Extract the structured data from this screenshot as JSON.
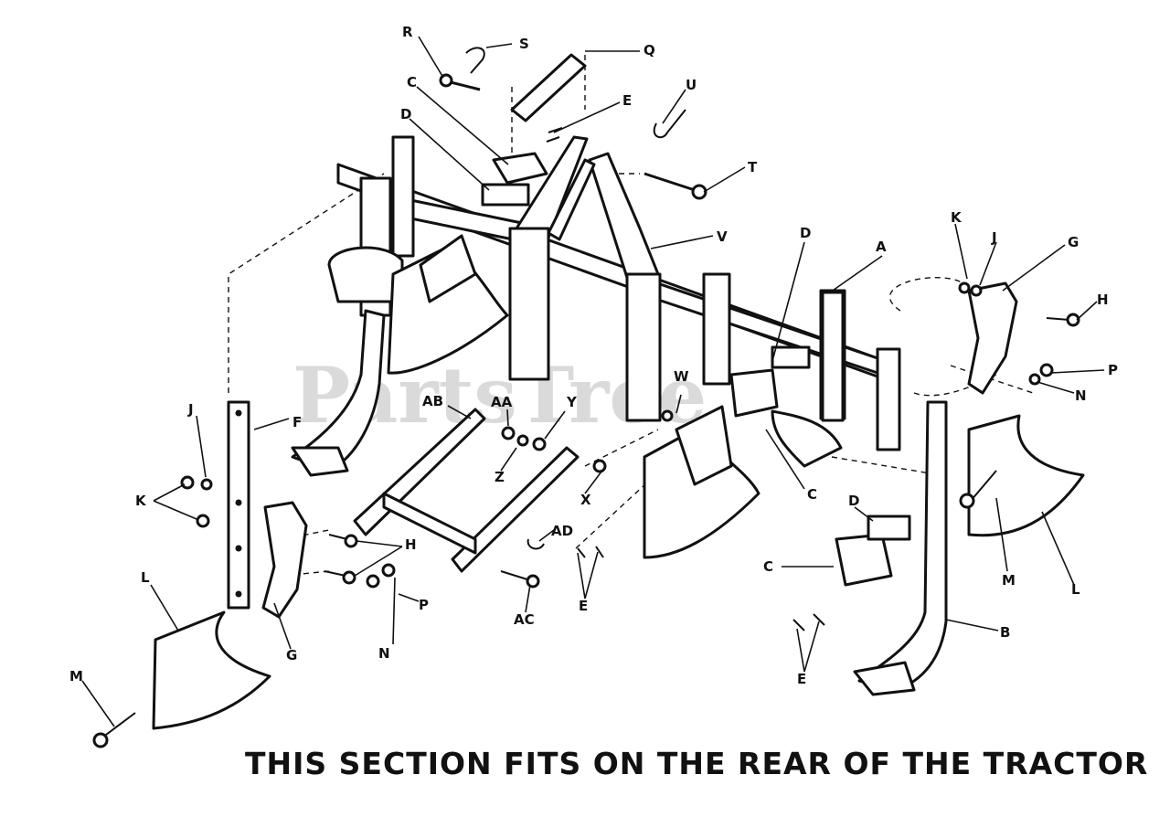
{
  "watermark": "PartsTree",
  "caption": "THIS SECTION FITS ON THE REAR OF THE TRACTOR",
  "callouts": {
    "S": "S",
    "R": "R",
    "Q": "Q",
    "C1": "C",
    "E1": "E",
    "U": "U",
    "D1": "D",
    "T": "T",
    "V": "V",
    "D2": "D",
    "A": "A",
    "K1": "K",
    "J1": "J",
    "G1": "G",
    "H1": "H",
    "P1": "P",
    "N1": "N",
    "W": "W",
    "AA": "AA",
    "Y": "Y",
    "AB": "AB",
    "Z": "Z",
    "X": "X",
    "C2": "C",
    "J2": "J",
    "F": "F",
    "K2": "K",
    "H2": "H",
    "AD": "AD",
    "E2": "E",
    "D3": "D",
    "C3": "C",
    "M1": "M",
    "L1": "L",
    "L2": "L",
    "P2": "P",
    "N2": "N",
    "G2": "G",
    "AC": "AC",
    "B": "B",
    "E3": "E",
    "M2": "M"
  }
}
